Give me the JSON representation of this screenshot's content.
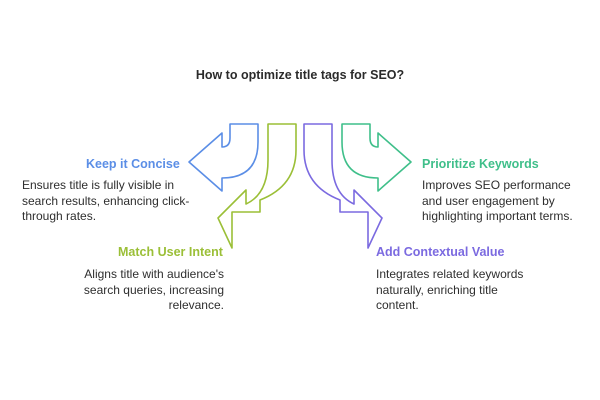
{
  "title": "How to optimize title tags for SEO?",
  "colors": {
    "blue": "#5b8ee6",
    "olive": "#9bbf37",
    "purple": "#7b6ae0",
    "teal": "#3fbf8a"
  },
  "items": [
    {
      "heading": "Keep it Concise",
      "description": "Ensures title is fully visible in search results, enhancing click-through rates.",
      "color": "#5b8ee6",
      "arrow": "arrow-left-up"
    },
    {
      "heading": "Match User Intent",
      "description": "Aligns title with audience's search queries, increasing relevance.",
      "color": "#9bbf37",
      "arrow": "arrow-down-left"
    },
    {
      "heading": "Add Contextual Value",
      "description": "Integrates related keywords naturally, enriching title content.",
      "color": "#7b6ae0",
      "arrow": "arrow-down-right"
    },
    {
      "heading": "Prioritize Keywords",
      "description": "Improves SEO performance and user engagement by highlighting important terms.",
      "color": "#3fbf8a",
      "arrow": "arrow-right-up"
    }
  ]
}
